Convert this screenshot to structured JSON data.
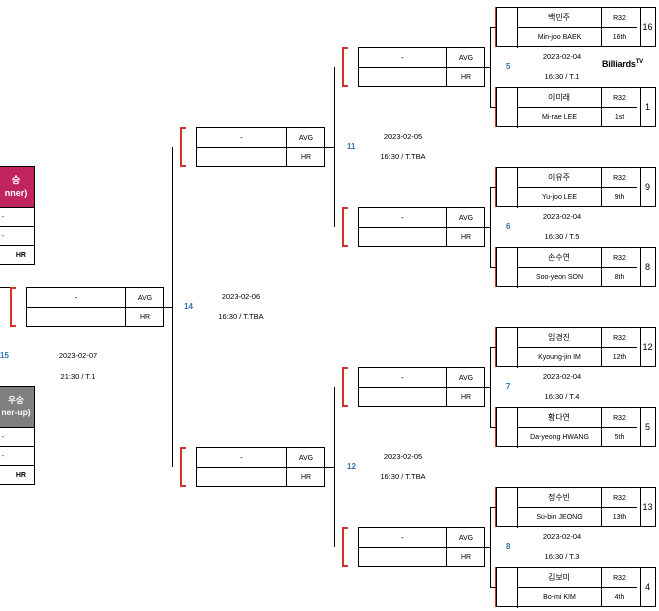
{
  "branding": {
    "logo_text": "Billiards",
    "logo_sup": "TV"
  },
  "labels": {
    "avg": "AVG",
    "hr": "HR",
    "round": "R32",
    "dash": "-"
  },
  "final": {
    "match_no": "15",
    "date": "2023-02-07",
    "time": "21:30 /  T.1",
    "winner_title": "승",
    "winner_sub": "nner)",
    "runnerup_title": "우승",
    "runnerup_sub": "ner-up)",
    "dash": "-",
    "hr": "HR"
  },
  "matches": {
    "m14": {
      "no": "14",
      "date": "2023-02-06",
      "time": "16:30 / T.TBA"
    },
    "m11": {
      "no": "11",
      "date": "2023-02-05",
      "time": "16:30 / T.TBA"
    },
    "m12": {
      "no": "12",
      "date": "2023-02-05",
      "time": "16:30 / T.TBA"
    },
    "m5": {
      "no": "5",
      "date": "2023-02-04",
      "time": "16:30 / T.1"
    },
    "m6": {
      "no": "6",
      "date": "2023-02-04",
      "time": "16:30 / T.5"
    },
    "m7": {
      "no": "7",
      "date": "2023-02-04",
      "time": "16:30 / T.4"
    },
    "m8": {
      "no": "8",
      "date": "2023-02-04",
      "time": "16:30 / T.3"
    }
  },
  "players": [
    {
      "kr": "백민주",
      "en": "Min-joo BAEK",
      "rank": "16th",
      "seed": "16"
    },
    {
      "kr": "이미래",
      "en": "Mi-rae LEE",
      "rank": "1st",
      "seed": "1"
    },
    {
      "kr": "이유주",
      "en": "Yu-joo LEE",
      "rank": "9th",
      "seed": "9"
    },
    {
      "kr": "손수연",
      "en": "Soo-yeon SON",
      "rank": "8th",
      "seed": "8"
    },
    {
      "kr": "임경진",
      "en": "Kyoung-jin IM",
      "rank": "12th",
      "seed": "12"
    },
    {
      "kr": "황다연",
      "en": "Da-yeong HWANG",
      "rank": "5th",
      "seed": "5"
    },
    {
      "kr": "정수빈",
      "en": "Su-bin JEONG",
      "rank": "13th",
      "seed": "13"
    },
    {
      "kr": "김보미",
      "en": "Bo-mi KIM",
      "rank": "4th",
      "seed": "4"
    }
  ]
}
